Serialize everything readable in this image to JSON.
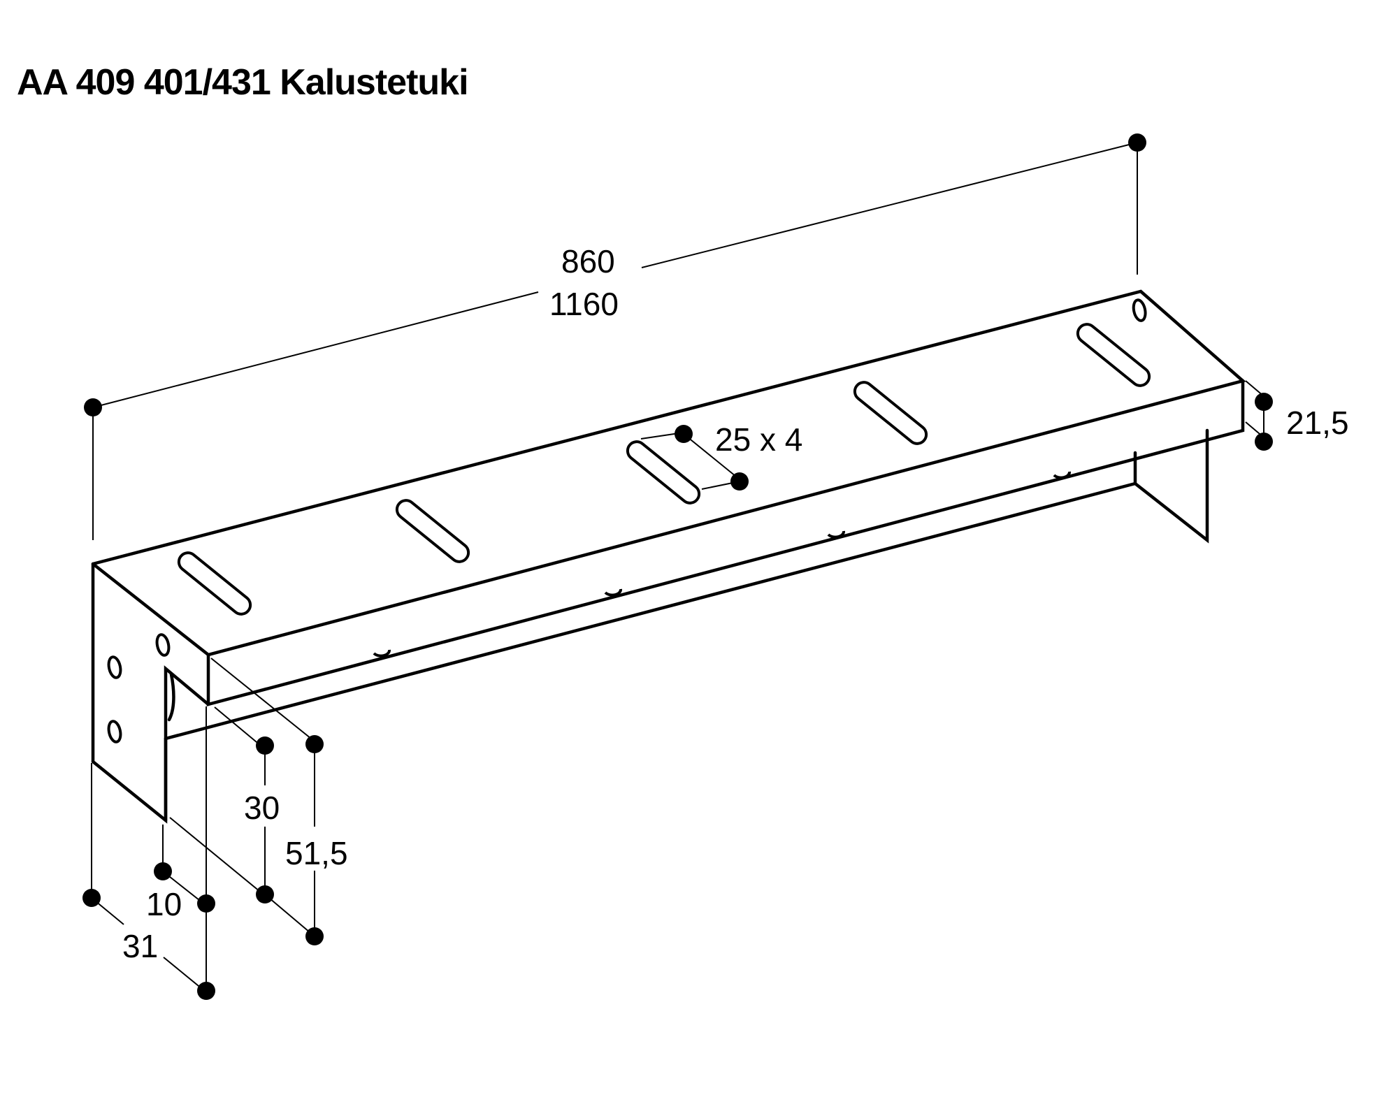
{
  "title": "AA 409 401/431 Kalustetuki",
  "drawing": {
    "subject": "furniture support bracket",
    "stroke_color": "#000000",
    "background_color": "#ffffff",
    "slot_count": 5
  },
  "dimensions": {
    "length_short": "860",
    "length_long": "1160",
    "slot_size": "25 x 4",
    "top_thickness": "21,5",
    "inner_height": "30",
    "total_height": "51,5",
    "flange_width": "10",
    "depth": "31"
  }
}
